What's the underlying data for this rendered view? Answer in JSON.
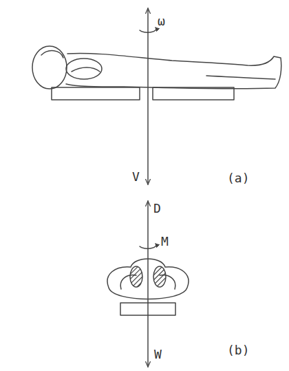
{
  "diagram": {
    "labels": [
      "ω",
      "V",
      "(a)",
      "D",
      "M",
      "W",
      "(b)"
    ]
  }
}
